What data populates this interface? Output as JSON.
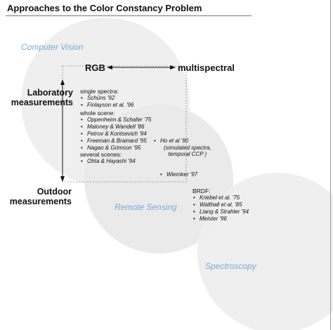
{
  "title": "Approaches to the Color Constancy Problem",
  "areas": {
    "computer_vision": "Computer Vision",
    "remote_sensing": "Remote Sensing",
    "spectroscopy": "Spectroscopy"
  },
  "axis": {
    "rgb": "RGB",
    "multispectral": "multispectral",
    "laboratory": "Laboratory\nmeasurements",
    "outdoor": "Outdoor\nmeasurements"
  },
  "groups": {
    "single_spectra": {
      "label": "single spectra:",
      "items": [
        "Schüns '92",
        "Finlayson et al. '96"
      ]
    },
    "whole_scene": {
      "label": "whole scene:",
      "items": [
        "Oppenheim & Schafer '75",
        "Maloney & Wandell '86",
        "Petrov & Kontsevich '94",
        "Freeman & Brainard '95",
        "Nagao & Grimson '95"
      ]
    },
    "several_scenes": {
      "label": "several scenes:",
      "items": [
        "Ohta & Hayashi '94"
      ]
    },
    "brdf": {
      "label": "BRDF:",
      "items": [
        "Kriebel et al. '75",
        "Walthall et al. '85",
        "Liang & Strahler '94",
        "Meister '96"
      ]
    }
  },
  "standalone": {
    "ho": "Ho et al '90",
    "ho_note": "(simulated spectra,\ntemporal CCP )",
    "wiemker": "Wiemker '97"
  }
}
